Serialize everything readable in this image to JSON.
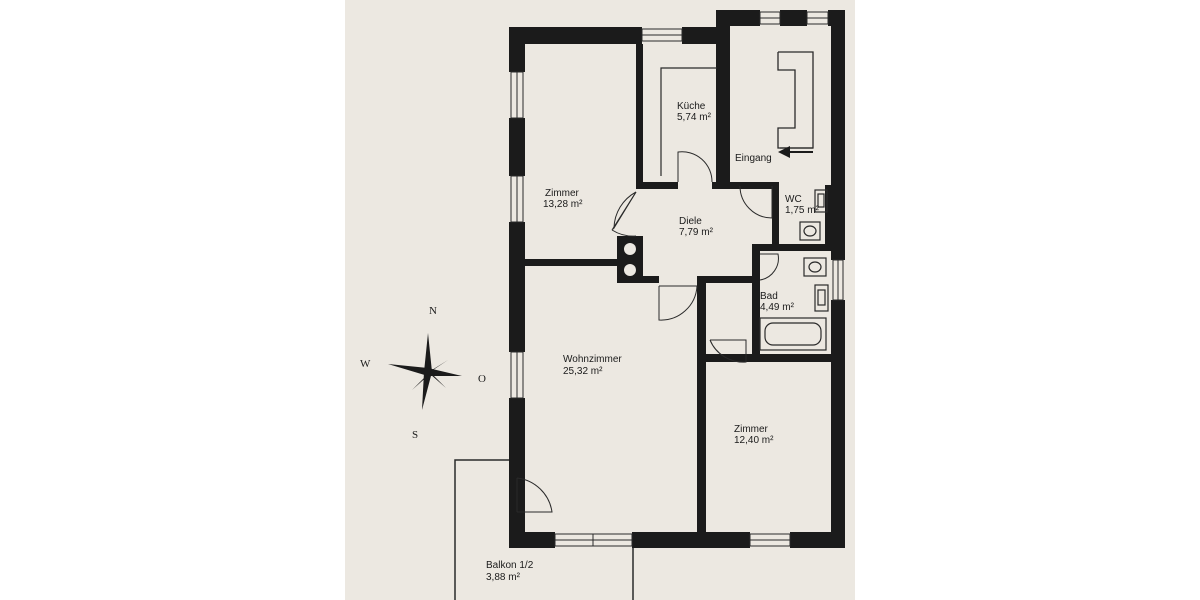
{
  "rooms": {
    "zimmer_nw": {
      "name": "Zimmer",
      "area": "13,28 m²"
    },
    "kueche": {
      "name": "Küche",
      "area": "5,74 m²"
    },
    "eingang": {
      "name": "Eingang"
    },
    "wc": {
      "name": "WC",
      "area": "1,75 m²"
    },
    "diele": {
      "name": "Diele",
      "area": "7,79 m²"
    },
    "bad": {
      "name": "Bad",
      "area": "4,49 m²"
    },
    "wohnzimmer": {
      "name": "Wohnzimmer",
      "area": "25,32 m²"
    },
    "zimmer_se": {
      "name": "Zimmer",
      "area": "12,40 m²"
    },
    "balkon": {
      "name": "Balkon 1/2",
      "area": "3,88 m²"
    }
  },
  "compass": {
    "north": "N",
    "west": "W",
    "east": "O",
    "south": "S"
  },
  "colors": {
    "paper": "#ece8e1",
    "wall": "#1b1b1b",
    "line": "#2a2a2a",
    "background": "#ffffff"
  }
}
